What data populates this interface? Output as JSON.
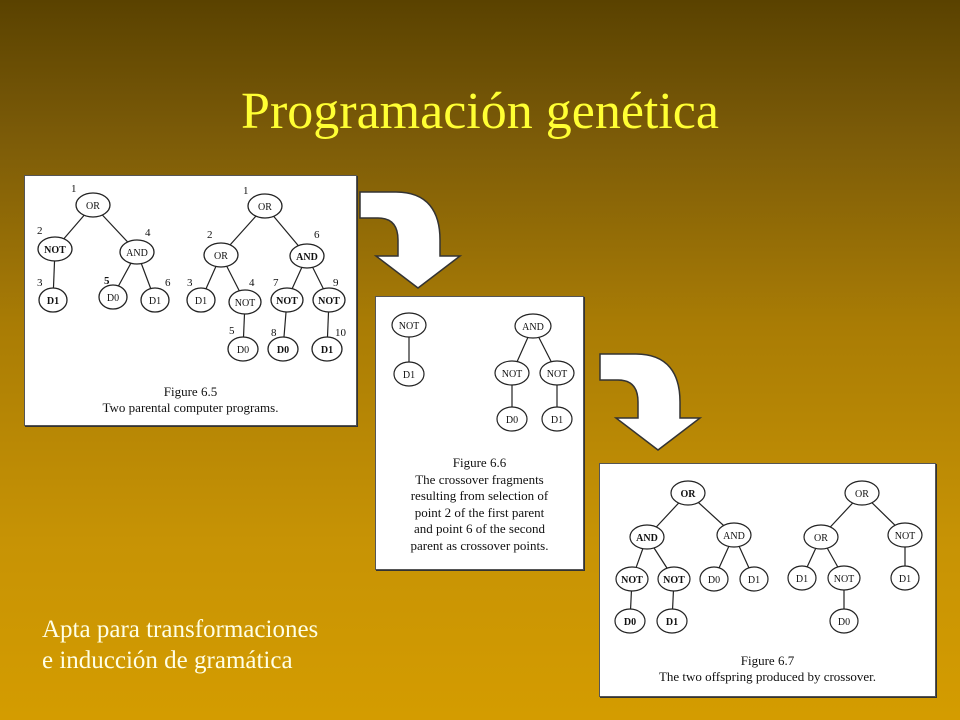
{
  "slide": {
    "title": "Programación genética",
    "subtitle_lines": [
      "Apta para transformaciones",
      "e inducción de gramática"
    ]
  },
  "figure_6_5": {
    "caption_lines": [
      "Figure 6.5",
      "Two parental computer programs."
    ],
    "tree_a": {
      "n1": "OR",
      "n2": "NOT",
      "n3": "AND",
      "n4": "D1",
      "n5": "D0",
      "n6": "D1",
      "idx1": "1",
      "idx2": "2",
      "idx3": "4",
      "idx4": "3",
      "idx5": "5",
      "idx6": "6"
    },
    "tree_b": {
      "n1": "OR",
      "n2": "OR",
      "n3": "AND",
      "n4": "D1",
      "n5": "NOT",
      "n6": "NOT",
      "n7": "NOT",
      "n8": "D0",
      "n9": "D0",
      "n10": "D1",
      "idx1": "1",
      "idx2": "2",
      "idx3": "6",
      "idx4": "3",
      "idx5": "4",
      "idx6": "7",
      "idx7": "9",
      "idx8": "5",
      "idx9": "8",
      "idx10": "10"
    }
  },
  "figure_6_6": {
    "caption_lines": [
      "Figure 6.6",
      "The crossover fragments",
      "resulting from selection of",
      "point 2 of the first parent",
      "and point 6 of the second",
      "parent as crossover points."
    ],
    "frag_a": {
      "n1": "NOT",
      "n2": "D1"
    },
    "frag_b": {
      "n1": "AND",
      "n2": "NOT",
      "n3": "NOT",
      "n4": "D0",
      "n5": "D1"
    }
  },
  "figure_6_7": {
    "caption_lines": [
      "Figure 6.7",
      "The two offspring produced by crossover."
    ],
    "tree_a": {
      "n1": "OR",
      "n2": "AND",
      "n3": "AND",
      "n4": "NOT",
      "n5": "NOT",
      "n6": "D0",
      "n7": "D1",
      "n8": "D0",
      "n9": "D1"
    },
    "tree_b": {
      "n1": "OR",
      "n2": "OR",
      "n3": "NOT",
      "n4": "D1",
      "n5": "NOT",
      "n6": "D1",
      "n7": "D0"
    }
  },
  "colors": {
    "title": "#ffff33",
    "subtitle": "#ffffe6",
    "background_top": "#5a4200",
    "background_bottom": "#d49c00",
    "arrow_fill": "#ffffff"
  },
  "icons": [
    "curved-arrow-icon",
    "curved-arrow-icon"
  ]
}
